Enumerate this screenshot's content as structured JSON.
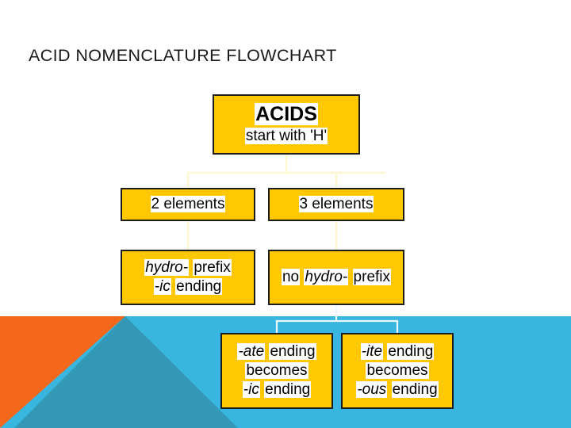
{
  "slide": {
    "title": "ACID NOMENCLATURE FLOWCHART",
    "background_color": "#FFFFFF"
  },
  "theme": {
    "box_fill": "#FFC800",
    "box_border": "#1C1C1C",
    "text_highlight": "#FFFFFF",
    "connector_color": "#FFF6CC",
    "banner_orange": "#F4681C",
    "banner_teal": "#3398B5",
    "banner_light_blue": "#38B6E0"
  },
  "flowchart": {
    "acids": {
      "line1": "ACIDS",
      "line2": "start with 'H'"
    },
    "branch_two": {
      "label": "2 elements"
    },
    "branch_three": {
      "label": "3 elements"
    },
    "hydro": {
      "line1_a": "hydro-",
      "line1_b": "prefix",
      "line2_a": "-ic",
      "line2_b": "ending"
    },
    "no_hydro": {
      "line1_a": "no",
      "line1_b": "hydro-",
      "line1_c": "prefix"
    },
    "ate_rule": {
      "line1_a": "-ate",
      "line1_b": "ending",
      "line2": "becomes",
      "line3_a": "-ic",
      "line3_b": "ending"
    },
    "ite_rule": {
      "line1_a": "-ite",
      "line1_b": "ending",
      "line2": "becomes",
      "line3_a": "-ous",
      "line3_b": "ending"
    }
  }
}
